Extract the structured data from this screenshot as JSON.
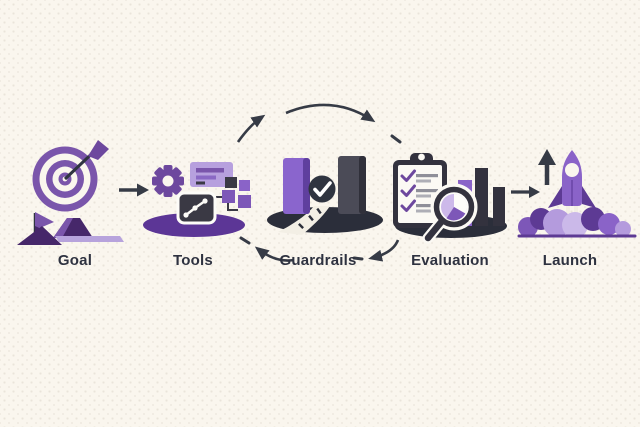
{
  "diagram": {
    "background_color": "#faf6ee",
    "stages": [
      {
        "id": "goal",
        "label": "Goal",
        "icon": "target-with-dart"
      },
      {
        "id": "tools",
        "label": "Tools",
        "icon": "gear-docs-chart-nodes"
      },
      {
        "id": "guardrails",
        "label": "Guardrails",
        "icon": "road-between-pillars-check"
      },
      {
        "id": "evaluation",
        "label": "Evaluation",
        "icon": "clipboard-checklist-magnifier-bars"
      },
      {
        "id": "launch",
        "label": "Launch",
        "icon": "rocket-liftoff-clouds"
      }
    ],
    "connectors": [
      {
        "from": "Goal",
        "to": "Tools",
        "shape": "straight-right-arrow"
      },
      {
        "from": "Tools",
        "to": "Guardrails",
        "shape": "curved-arrow-up-right"
      },
      {
        "from": "Guardrails",
        "to": "Evaluation",
        "shape": "curved-arrow-over-top"
      },
      {
        "from": "Evaluation",
        "to": "Guardrails",
        "shape": "curved-arrow-back-left"
      },
      {
        "from": "Guardrails",
        "to": "Tools",
        "shape": "curved-arrow-back-left"
      },
      {
        "from": "Evaluation",
        "to": "Launch",
        "shape": "right-arrow-plus-up-arrow"
      }
    ],
    "palette": {
      "purple_mid": "#7d57b8",
      "purple_bright": "#8a63c8",
      "purple_light": "#b7a0de",
      "purple_dark": "#5c3696",
      "purple_deepest": "#46276a",
      "charcoal": "#33323e",
      "slate": "#4b4b57",
      "navy": "#2b2e3a",
      "arrow_color": "#363b46",
      "label_color": "#2e3240",
      "cream": "#f3efe5"
    }
  }
}
